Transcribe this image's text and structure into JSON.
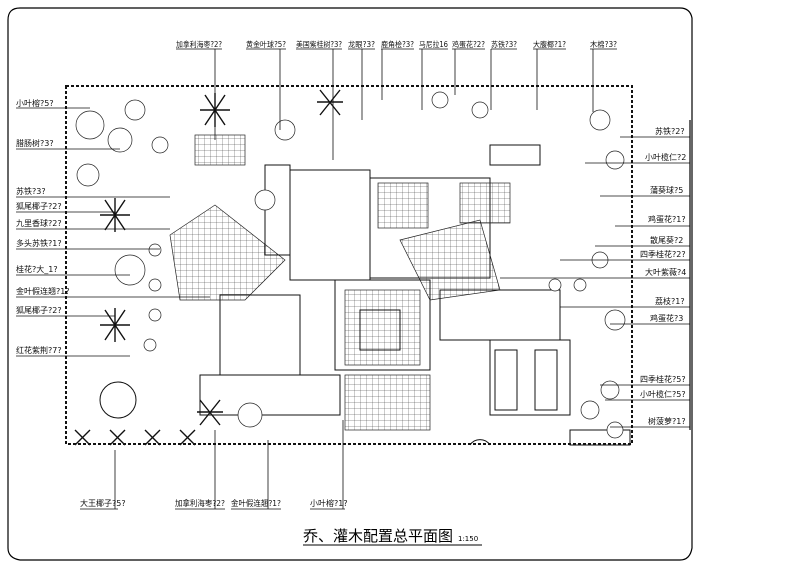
{
  "drawing": {
    "title": "乔、灌木配置总平面图",
    "scale": "1:150"
  },
  "labels": {
    "top": [
      "加拿利海枣?2?",
      "黄金叶球?5?",
      "美国紫桂树?3?",
      "龙眼?3?",
      "鹿角桧?3?",
      "马尼拉16",
      "鸡蛋花?2?",
      "苏铁?3?",
      "大腹椰?1?",
      "木棉?3?"
    ],
    "left": [
      "小叶榕?5?",
      "腊肠树?3?",
      "苏铁?3?",
      "狐尾椰子?2?",
      "九里香球?2?",
      "多头苏铁?1?",
      "桂花?大_1?",
      "金叶假连翘?1?",
      "狐尾椰子?2?",
      "红花紫荆?7?"
    ],
    "right": [
      "苏铁?2?",
      "小叶榄仁?2",
      "蒲葵球?5",
      "鸡蛋花?1?",
      "散尾葵?2",
      "四季桂花?2?",
      "大叶紫薇?4",
      "荔枝?1?",
      "鸡蛋花?3",
      "四季桂花?5?",
      "小叶榄仁?5?",
      "树菠萝?1?"
    ],
    "bottom": [
      "大王椰子?5?",
      "加拿利海枣?2?",
      "金叶假连翘?1?",
      "小叶榕?1?"
    ]
  }
}
